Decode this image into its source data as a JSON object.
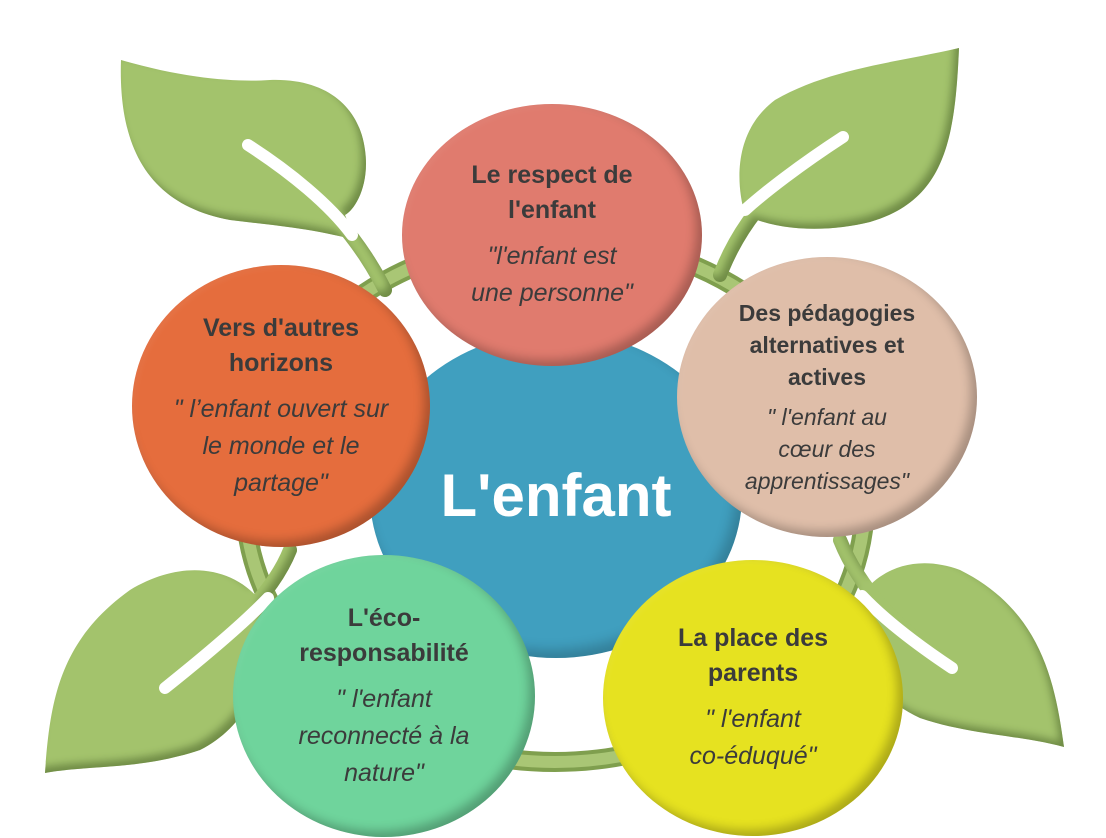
{
  "diagram": {
    "center": {
      "label": "L'enfant",
      "color": "#409fbf"
    },
    "nodes": [
      {
        "id": "respect",
        "title": "Le respect de l'enfant",
        "title_lines": [
          "Le respect de",
          "l'enfant"
        ],
        "quote_lines": [
          "\"l'enfant est",
          "une personne\""
        ],
        "color": "#e07b6e"
      },
      {
        "id": "pedagogies",
        "title": "Des pédagogies alternatives et actives",
        "title_lines": [
          "Des pédagogies",
          "alternatives et",
          "actives"
        ],
        "quote_lines": [
          "\" l'enfant au",
          "cœur des",
          "apprentissages\""
        ],
        "color": "#dfbea9"
      },
      {
        "id": "parents",
        "title": "La place des parents",
        "title_lines": [
          "La place des",
          "parents"
        ],
        "quote_lines": [
          "\" l'enfant",
          "co-éduqué\""
        ],
        "color": "#e6e220"
      },
      {
        "id": "eco",
        "title": "L'éco-responsabilité",
        "title_lines": [
          "L'éco-",
          "responsabilité"
        ],
        "quote_lines": [
          "\" l'enfant",
          "reconnecté à la",
          "nature\""
        ],
        "color": "#6fd49c"
      },
      {
        "id": "horizons",
        "title": "Vers d'autres horizons",
        "title_lines": [
          "Vers d'autres",
          "horizons"
        ],
        "quote_lines": [
          "\" l’enfant ouvert sur",
          "le monde et le",
          "partage\""
        ],
        "color": "#e56d3d"
      }
    ],
    "decorations": {
      "leaf_color": "#a3c36c",
      "leaves": [
        "leaf-top-left",
        "leaf-top-right",
        "leaf-bottom-left",
        "leaf-bottom-right"
      ],
      "vine": "vine-ring"
    }
  }
}
